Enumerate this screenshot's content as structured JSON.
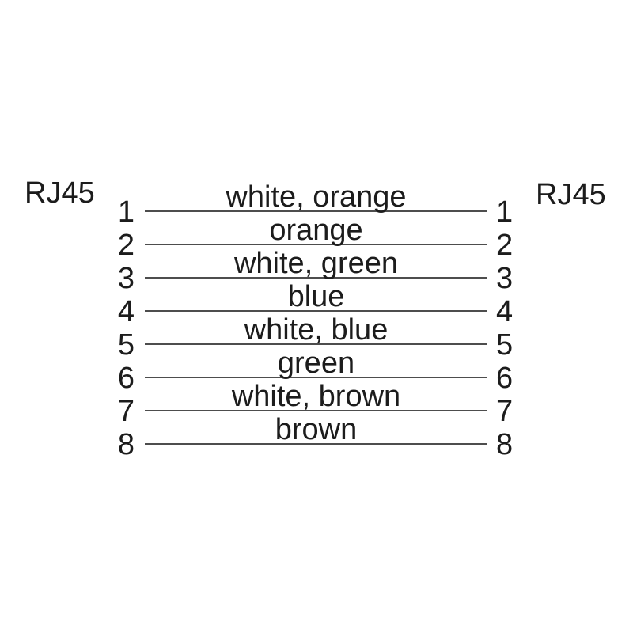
{
  "diagram": {
    "left_connector": "RJ45",
    "right_connector": "RJ45",
    "pins": [
      {
        "pin": "1",
        "wire": "white, orange"
      },
      {
        "pin": "2",
        "wire": "orange"
      },
      {
        "pin": "3",
        "wire": "white, green"
      },
      {
        "pin": "4",
        "wire": "blue"
      },
      {
        "pin": "5",
        "wire": "white, blue"
      },
      {
        "pin": "6",
        "wire": "green"
      },
      {
        "pin": "7",
        "wire": "white, brown"
      },
      {
        "pin": "8",
        "wire": "brown"
      }
    ],
    "colors": {
      "background": "#ffffff",
      "text": "#1c1c1c",
      "line": "#4d4d4d"
    }
  }
}
